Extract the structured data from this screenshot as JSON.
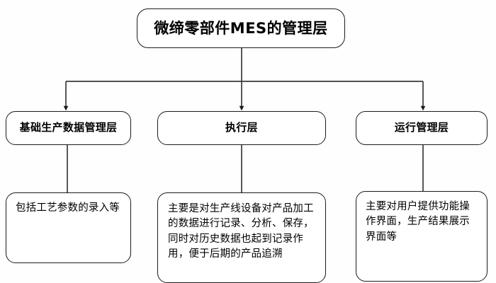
{
  "diagram": {
    "title_node": {
      "label": "微缔零部件MES的管理层"
    },
    "layers": [
      {
        "label": "基础生产数据管理层"
      },
      {
        "label": "执行层"
      },
      {
        "label": "运行管理层"
      }
    ],
    "descriptions": [
      {
        "label": "包括工艺参数的录入等"
      },
      {
        "label": "主要是对生产线设备对产品加工的数据进行记录、分析、保存，同时对历史数据也起到记录作用，便于后期的产品追溯"
      },
      {
        "label": "主要对用户提供功能操作界面，生产结果展示界面等"
      }
    ],
    "style": {
      "line_color": "#1b1b1b",
      "box_fill": "#ffffff",
      "text_color": "#000000",
      "background": "#fefefe"
    }
  }
}
